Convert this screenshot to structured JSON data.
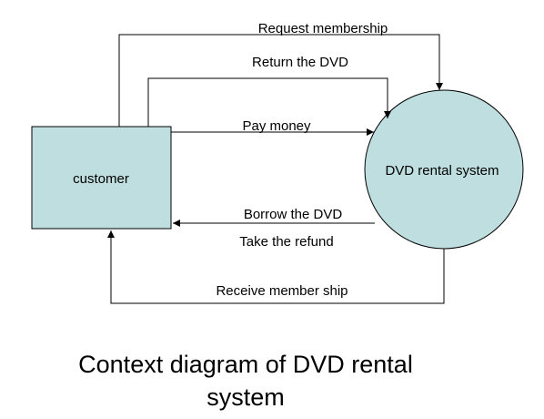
{
  "diagram": {
    "entities": {
      "customer": {
        "label": "customer",
        "fill": "#bfdedf"
      },
      "system": {
        "label": "DVD rental system",
        "fill": "#bfdedf"
      }
    },
    "flows": {
      "request_membership": "Request membership",
      "return_dvd": "Return the DVD",
      "pay_money": "Pay money",
      "borrow_dvd": "Borrow the DVD",
      "take_refund": "Take the refund",
      "receive_membership": "Receive member ship"
    },
    "caption": "Context diagram of DVD rental system",
    "line_color": "#000000"
  }
}
